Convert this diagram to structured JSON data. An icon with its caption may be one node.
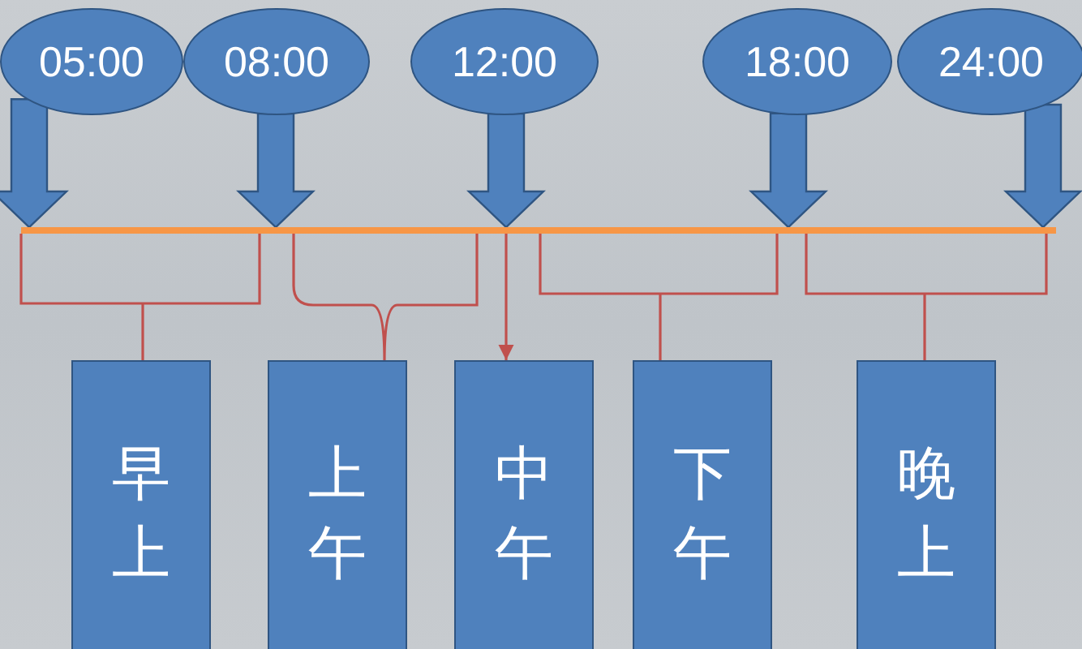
{
  "diagram": {
    "nodes": [
      {
        "text": [
          "05:00"
        ]
      },
      {
        "text": [
          "08:00"
        ]
      },
      {
        "text": [
          "12:00"
        ]
      },
      {
        "text": [
          "18:00"
        ]
      },
      {
        "text": [
          "24:00"
        ]
      },
      {
        "text": [],
        "shape": "bar"
      },
      {
        "text": [
          "早上"
        ]
      },
      {
        "text": [
          "上午"
        ]
      },
      {
        "text": [
          "中午"
        ]
      },
      {
        "text": [
          "下午"
        ]
      },
      {
        "text": [
          "晚上"
        ]
      }
    ],
    "edges": [
      {
        "from": 0,
        "to": 5,
        "arrow": "to",
        "style": "thick"
      },
      {
        "from": 1,
        "to": 5,
        "arrow": "to",
        "style": "thick"
      },
      {
        "from": 2,
        "to": 5,
        "arrow": "to",
        "style": "thick"
      },
      {
        "from": 3,
        "to": 5,
        "arrow": "to",
        "style": "thick"
      },
      {
        "from": 4,
        "to": 5,
        "arrow": "to",
        "style": "thick"
      },
      {
        "from": 5,
        "to": 6,
        "arrow": "none",
        "color": "#c0504d"
      },
      {
        "from": 5,
        "to": 7,
        "arrow": "none",
        "color": "#c0504d"
      },
      {
        "from": 5,
        "to": 8,
        "arrow": "to",
        "color": "#c0504d"
      },
      {
        "from": 5,
        "to": 9,
        "arrow": "none",
        "color": "#c0504d"
      },
      {
        "from": 5,
        "to": 10,
        "arrow": "none",
        "color": "#c0504d"
      }
    ]
  }
}
